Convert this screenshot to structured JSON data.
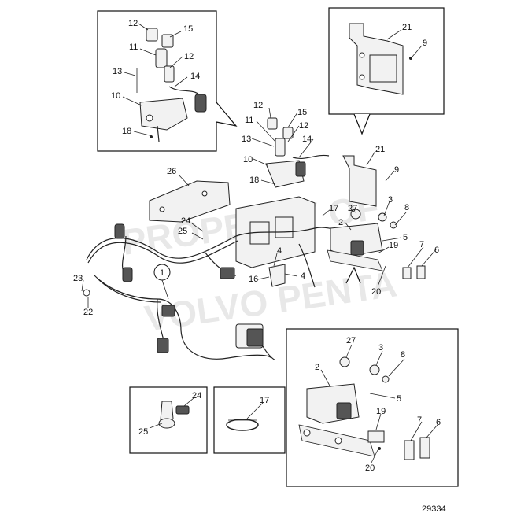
{
  "watermark": {
    "line1": "PROPERTY OF",
    "line2": "VOLVO PENTA"
  },
  "figure_number": "29334",
  "main": {
    "labels": {
      "n12": "12",
      "n15": "15",
      "n11": "11",
      "n13": "13",
      "n14": "14",
      "n10": "10",
      "n18": "18",
      "n21": "21",
      "n9": "9",
      "n26": "26",
      "n27": "27",
      "n3": "3",
      "n8": "8",
      "n17": "17",
      "n2": "2",
      "n24": "24",
      "n25": "25",
      "n5": "5",
      "n19": "19",
      "n7": "7",
      "n6": "6",
      "n4a": "4",
      "n4b": "4",
      "n16": "16",
      "n20": "20",
      "n1": "1",
      "n23": "23",
      "n22": "22"
    }
  },
  "inset_top_left": {
    "labels": {
      "n12a": "12",
      "n15": "15",
      "n11": "11",
      "n12b": "12",
      "n13": "13",
      "n14": "14",
      "n10": "10",
      "n18": "18"
    }
  },
  "inset_top_right": {
    "labels": {
      "n21": "21",
      "n9": "9"
    }
  },
  "inset_bottom_right": {
    "labels": {
      "n27": "27",
      "n3": "3",
      "n8": "8",
      "n2": "2",
      "n5": "5",
      "n19": "19",
      "n7": "7",
      "n6": "6",
      "n20": "20"
    }
  },
  "inset_bottom_left_a": {
    "labels": {
      "n24": "24",
      "n25": "25"
    }
  },
  "inset_bottom_left_b": {
    "labels": {
      "n17": "17"
    }
  }
}
